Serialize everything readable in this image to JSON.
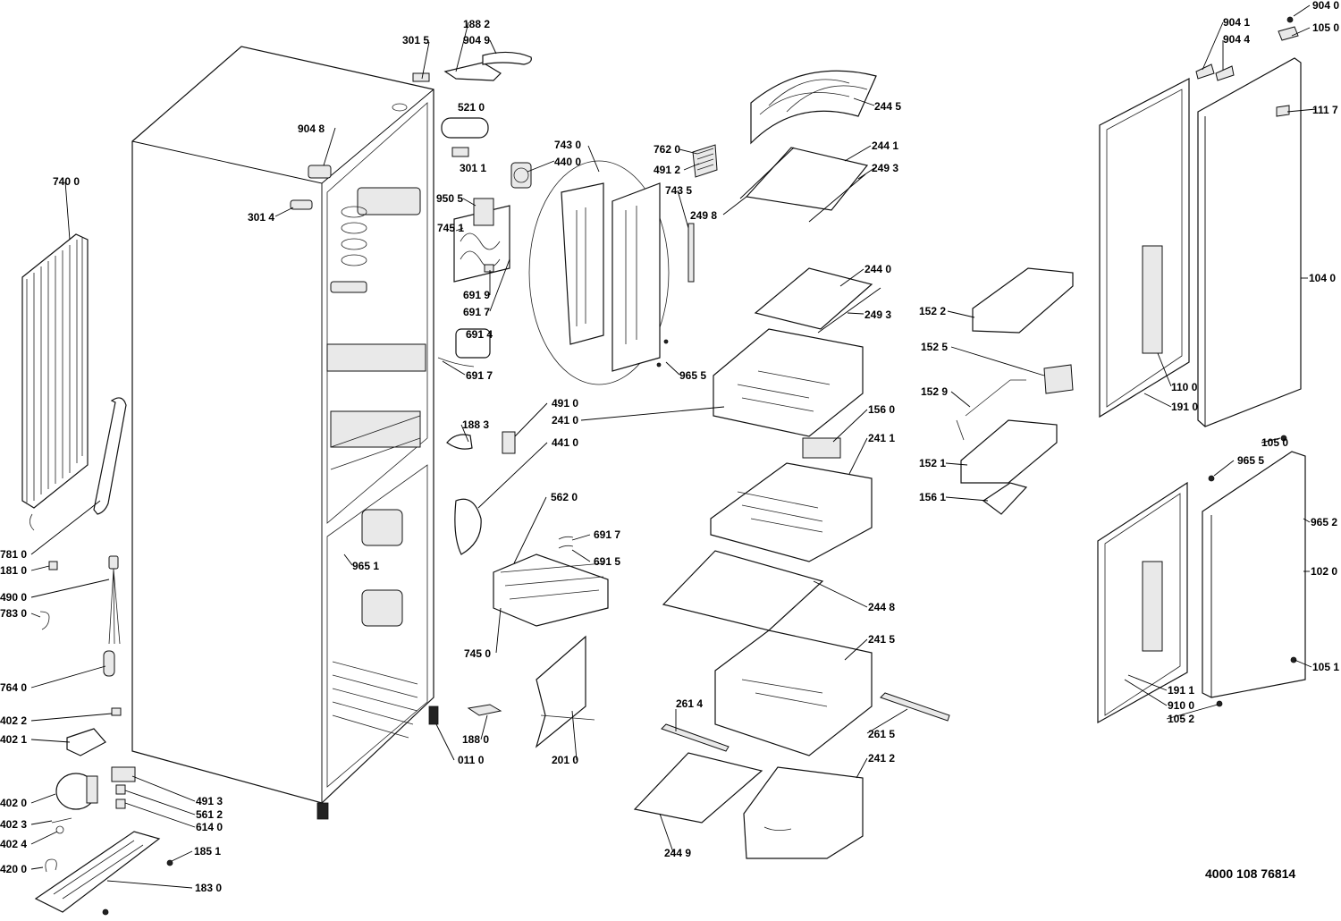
{
  "document_number": "4000 108 76814",
  "callouts": [
    "301 5",
    "188 2",
    "904 9",
    "521 0",
    "904 8",
    "301 1",
    "301 4",
    "740 0",
    "743 0",
    "440 0",
    "762 0",
    "491 2",
    "743 5",
    "950 5",
    "745 1",
    "691 9",
    "691 7",
    "691 4",
    "691 7",
    "965 5",
    "244 5",
    "244 1",
    "249 3",
    "249 8",
    "244 0",
    "249 3",
    "241 0",
    "491 0",
    "441 0",
    "188 3",
    "156 0",
    "241 1",
    "562 0",
    "691 7",
    "691 5",
    "745 0",
    "965 1",
    "244 8",
    "241 5",
    "261 4",
    "261 5",
    "241 2",
    "244 9",
    "188 0",
    "011 0",
    "201 0",
    "781 0",
    "181 0",
    "490 0",
    "783 0",
    "764 0",
    "402 2",
    "402 1",
    "402 0",
    "402 3",
    "402 4",
    "420 0",
    "491 3",
    "561 2",
    "614 0",
    "185 1",
    "183 0",
    "152 2",
    "152 5",
    "152 9",
    "152 1",
    "156 1",
    "904 1",
    "904 4",
    "904 0",
    "105 0",
    "111 7",
    "104 0",
    "110 0",
    "191 0",
    "105 0",
    "965 5",
    "965 2",
    "102 0",
    "105 1",
    "191 1",
    "910 0",
    "105 2"
  ]
}
